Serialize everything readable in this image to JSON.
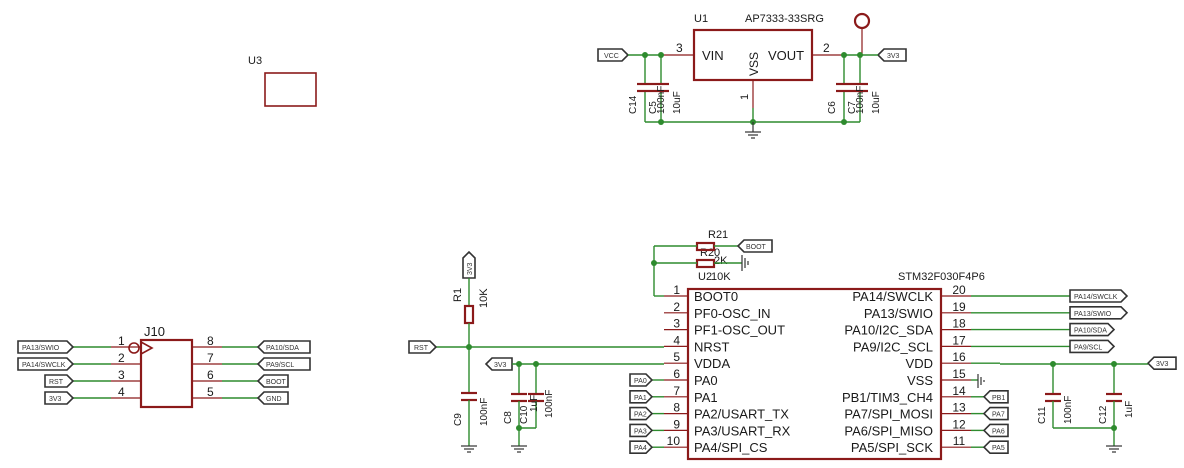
{
  "regulator": {
    "ref": "U1",
    "value": "AP7333-33SRG",
    "pins": {
      "vin": "VIN",
      "vss": "VSS",
      "vout": "VOUT"
    },
    "pin_numbers": {
      "vin": "3",
      "vss": "1",
      "vout": "2"
    },
    "net_in": "VCC",
    "net_out": "3V3",
    "input_caps": [
      {
        "ref": "C14",
        "value": ""
      },
      {
        "ref": "C5",
        "value": "100nF"
      },
      {
        "ref": "",
        "value": "10uF"
      }
    ],
    "output_caps": [
      {
        "ref": "C6",
        "value": ""
      },
      {
        "ref": "C7",
        "value": "100nF"
      },
      {
        "ref": "",
        "value": "10uF"
      }
    ]
  },
  "u3": {
    "ref": "U3"
  },
  "header": {
    "ref": "J10",
    "left_pins": [
      {
        "num": "1",
        "net": "PA13/SWIO"
      },
      {
        "num": "2",
        "net": "PA14/SWCLK"
      },
      {
        "num": "3",
        "net": "RST"
      },
      {
        "num": "4",
        "net": "3V3"
      }
    ],
    "right_pins": [
      {
        "num": "8",
        "net": "PA10/SDA"
      },
      {
        "num": "7",
        "net": "PA9/SCL"
      },
      {
        "num": "6",
        "net": "BOOT"
      },
      {
        "num": "5",
        "net": "GND"
      }
    ]
  },
  "reset": {
    "r1_ref": "R1",
    "r1_value": "10K",
    "r1_net": "3V3",
    "net": "RST",
    "c9_ref": "C9",
    "c9_value": "100nF"
  },
  "boot": {
    "r21_ref": "R21",
    "r20_ref": "R20",
    "r20_value": "2K",
    "u2_text": "U2",
    "u2_value": "10K",
    "net": "BOOT"
  },
  "vdda": {
    "net": "3V3",
    "c8_ref": "C8",
    "c8_value": "1uF",
    "c10_ref": "C10",
    "c10_value": "100nF"
  },
  "mcu": {
    "value": "STM32F030F4P6",
    "left_pins": [
      {
        "num": "1",
        "name": "BOOT0",
        "net": ""
      },
      {
        "num": "2",
        "name": "PF0-OSC_IN",
        "net": ""
      },
      {
        "num": "3",
        "name": "PF1-OSC_OUT",
        "net": ""
      },
      {
        "num": "4",
        "name": "NRST",
        "net": ""
      },
      {
        "num": "5",
        "name": "VDDA",
        "net": ""
      },
      {
        "num": "6",
        "name": "PA0",
        "net": "PA0"
      },
      {
        "num": "7",
        "name": "PA1",
        "net": "PA1"
      },
      {
        "num": "8",
        "name": "PA2/USART_TX",
        "net": "PA2"
      },
      {
        "num": "9",
        "name": "PA3/USART_RX",
        "net": "PA3"
      },
      {
        "num": "10",
        "name": "PA4/SPI_CS",
        "net": "PA4"
      }
    ],
    "right_pins": [
      {
        "num": "20",
        "name": "PA14/SWCLK",
        "net": "PA14/SWCLK"
      },
      {
        "num": "19",
        "name": "PA13/SWIO",
        "net": "PA13/SWIO"
      },
      {
        "num": "18",
        "name": "PA10/I2C_SDA",
        "net": "PA10/SDA"
      },
      {
        "num": "17",
        "name": "PA9/I2C_SCL",
        "net": "PA9/SCL"
      },
      {
        "num": "16",
        "name": "VDD",
        "net": "3V3"
      },
      {
        "num": "15",
        "name": "VSS",
        "net": ""
      },
      {
        "num": "14",
        "name": "PB1/TIM3_CH4",
        "net": "PB1"
      },
      {
        "num": "13",
        "name": "PA7/SPI_MOSI",
        "net": "PA7"
      },
      {
        "num": "12",
        "name": "PA6/SPI_MISO",
        "net": "PA6"
      },
      {
        "num": "11",
        "name": "PA5/SPI_SCK",
        "net": "PA5"
      }
    ],
    "decoupling": [
      {
        "ref": "C11",
        "value": "100nF"
      },
      {
        "ref": "C12",
        "value": "1uF"
      }
    ]
  }
}
